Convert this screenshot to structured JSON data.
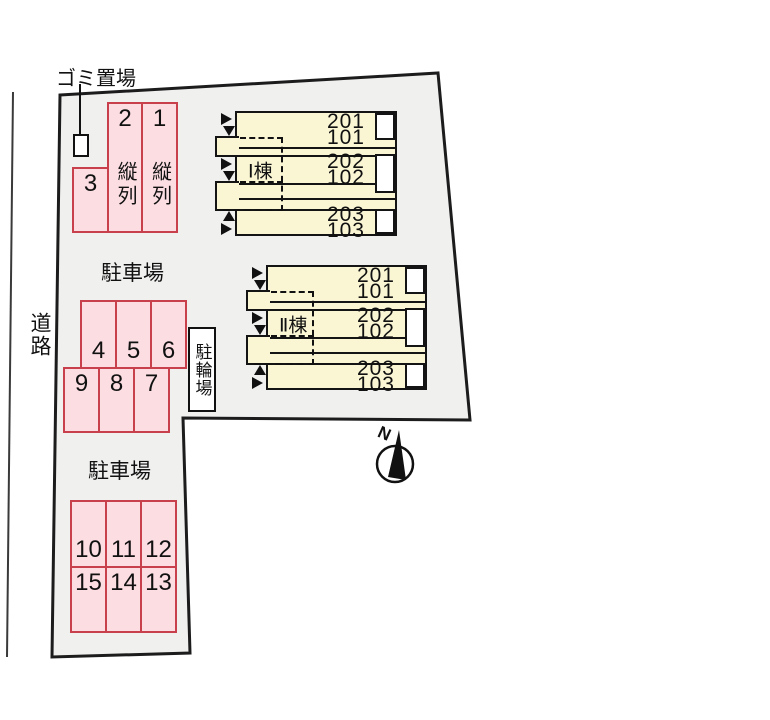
{
  "colors": {
    "site_fill": "#f0f0ef",
    "site_outline": "#1c1c1c",
    "parking_fill": "#fbdde2",
    "parking_border": "#c9404d",
    "building_fill": "#faf6d4",
    "building_border": "#141414",
    "text": "#111111"
  },
  "labels": {
    "garbage_area": "ゴミ置場",
    "road": "道路",
    "bicycle_parking": "駐輪場",
    "compass_north": "N"
  },
  "parking": {
    "upper_lot_label": "駐車場",
    "lower_lot_label": "駐車場",
    "tandem_note_a": "縦列",
    "tandem_note_b": "縦列",
    "tandem_spaces": [
      "2",
      "1",
      "3"
    ],
    "mid_front_spaces": [
      "4",
      "5",
      "6"
    ],
    "mid_back_spaces": [
      "9",
      "8",
      "7"
    ],
    "lower_front_spaces": [
      "10",
      "11",
      "12"
    ],
    "lower_back_spaces": [
      "15",
      "14",
      "13"
    ]
  },
  "buildings": [
    {
      "name": "Ⅰ棟",
      "units": [
        {
          "upper": "201",
          "lower": "101"
        },
        {
          "upper": "202",
          "lower": "102"
        },
        {
          "upper": "203",
          "lower": "103"
        }
      ]
    },
    {
      "name": "Ⅱ棟",
      "units": [
        {
          "upper": "201",
          "lower": "101"
        },
        {
          "upper": "202",
          "lower": "102"
        },
        {
          "upper": "203",
          "lower": "103"
        }
      ]
    }
  ]
}
